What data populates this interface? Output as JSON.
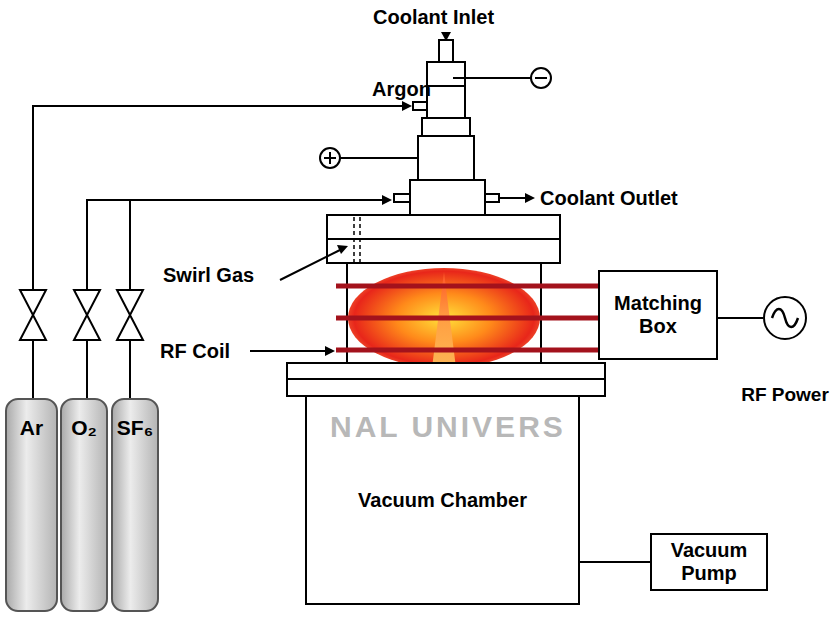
{
  "diagram": {
    "nodes": [
      {
        "text": [
          "Ar"
        ]
      },
      {
        "text": [
          "O₂"
        ]
      },
      {
        "text": [
          "SF₆"
        ]
      },
      {
        "text": [
          "Vacuum Chamber"
        ]
      },
      {
        "text": [
          "Vacuum Pump"
        ]
      },
      {
        "text": [
          "Matching Box"
        ]
      },
      {
        "text": [
          "RF Power"
        ]
      }
    ],
    "edges": [
      {
        "from": 3,
        "to": 4,
        "arrow": "none"
      },
      {
        "from": 5,
        "to": 6,
        "arrow": "none"
      }
    ],
    "labels": [
      "Coolant Inlet",
      "Argon",
      "Coolant Outlet",
      "Swirl Gas",
      "RF Coil",
      "NAL UNIVERS"
    ]
  }
}
